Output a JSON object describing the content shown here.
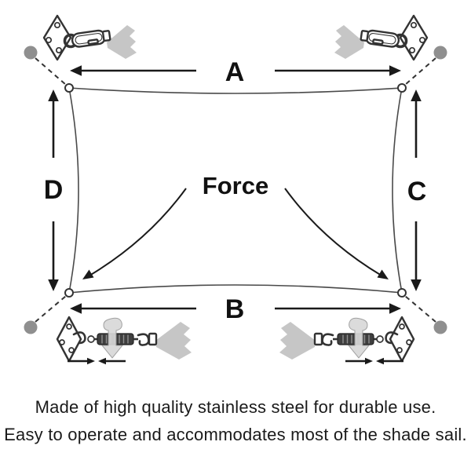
{
  "diagram": {
    "force_label": "Force",
    "side_labels": {
      "top": "A",
      "bottom": "B",
      "right": "C",
      "left": "D"
    }
  },
  "caption": {
    "line1": "Made of high quality stainless steel for durable use.",
    "line2": "Easy to operate and accommodates most of the shade sail."
  },
  "icons": {
    "top_left": "pad-eye-with-carabiner-hook",
    "top_right": "pad-eye-with-carabiner-hook",
    "bottom_left": "pad-eye-with-turnbuckle-tensioner",
    "bottom_right": "pad-eye-with-turnbuckle-tensioner"
  },
  "colors": {
    "line": "#1a1a1a",
    "sail_outline": "#4a4a4a",
    "fabric_gray": "#c6c6c6",
    "anchor_dot_gray": "#8f8f8f",
    "barrel_gray": "#3f3f3f",
    "ribbon_gray": "#d8d8d8",
    "background": "#ffffff"
  }
}
